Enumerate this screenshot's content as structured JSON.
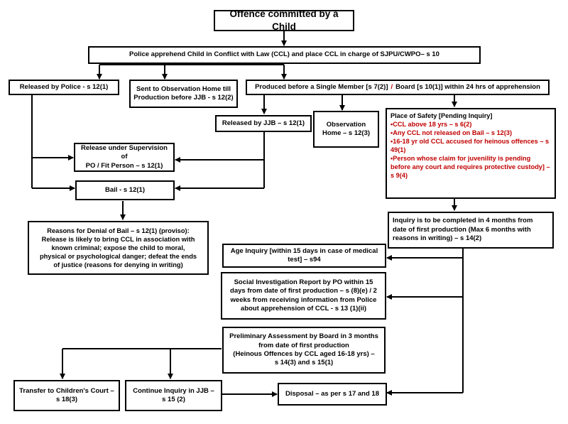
{
  "nodes": {
    "offence": "Offence committed by a Child",
    "police": "Police apprehend Child in Conflict with Law (CCL) and place CCL in charge of SJPU/CWPO– s 10",
    "released_police": "Released by Police - s 12(1)",
    "sent_obs": [
      "Sent to Observation Home till",
      "Production before JJB - s 12(2)"
    ],
    "produced": {
      "part1": "Produced before a Single Member [s 7(2)]",
      "sep": "/",
      "part2": "Board [s 10(1)] within 24 hrs of apprehension"
    },
    "released_jjb": "Released by JJB – s 12(1)",
    "obs_home": [
      "Observation",
      "Home – s 12(3)"
    ],
    "safety": {
      "title": "Place of Safety [Pending Inquiry]",
      "items": [
        "•CCL above 18 yrs – s 6(2)",
        "•Any CCL not released on Bail – s 12(3)",
        "•16-18 yr old CCL accused for heinous offences – s 49(1)",
        "•Person whose claim for juvenility is pending before any court and requires protective custody] – s 9(4)"
      ]
    },
    "release_supervision": [
      "Release under Supervision of",
      "PO / Fit Person – s 12(1)"
    ],
    "bail": "Bail  - s 12(1)",
    "denial": [
      "Reasons for Denial of Bail – s 12(1) (proviso):",
      "Release is likely to bring CCL in association with",
      "known criminal; expose the child to moral,",
      "physical or psychological danger; defeat the ends",
      "of justice (reasons for denying in writing)"
    ],
    "inquiry": [
      "Inquiry is to be completed in 4 months from",
      "date of first production (Max 6 months with",
      "reasons in writing) – s 14(2)"
    ],
    "age": [
      "Age Inquiry [within 15 days in case of medical",
      "test] – s94"
    ],
    "sir": [
      "Social Investigation Report by PO within 15",
      "days from date of first production – s (8)(e)  / 2",
      "weeks  from receiving information from Police",
      "about apprehension of CCL - s 13 (1)(ii)"
    ],
    "prelim": [
      "Preliminary Assessment by Board in 3 months",
      "from date of first production",
      "(Heinous Offences by CCL aged 16-18 yrs) –",
      "s 14(3) and s 15(1)"
    ],
    "transfer": [
      "Transfer to Children's Court –",
      "s 18(3)"
    ],
    "continue": [
      "Continue Inquiry in JJB –",
      "s 15 (2)"
    ],
    "disposal": "Disposal – as per s 17 and 18"
  },
  "colors": {
    "line": "#000000",
    "accent_red": "#c00000"
  }
}
